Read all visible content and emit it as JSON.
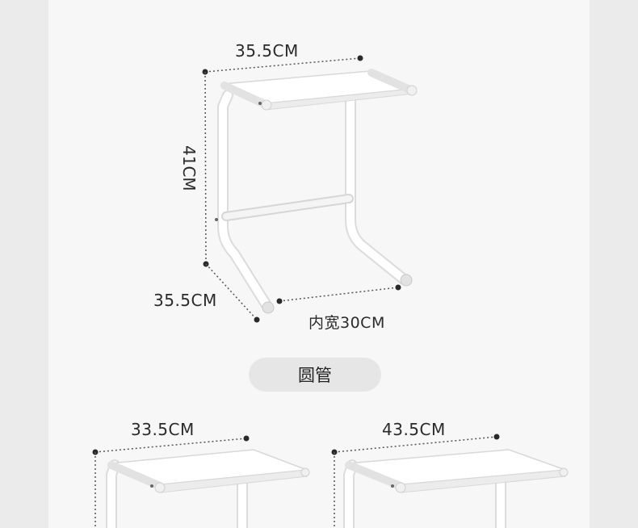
{
  "main_product": {
    "width_label": "35.5CM",
    "height_label": "41CM",
    "depth_label": "35.5CM",
    "inner_width_label": "内宽30CM"
  },
  "section_pill": {
    "label": "圆管"
  },
  "variants": [
    {
      "width_label": "33.5CM"
    },
    {
      "width_label": "43.5CM"
    }
  ],
  "colors": {
    "background": "#ebebeb",
    "panel": "#f7f7f7",
    "pill": "#e6e6e6",
    "text": "#2a2a2a",
    "rack": "#ffffff"
  }
}
